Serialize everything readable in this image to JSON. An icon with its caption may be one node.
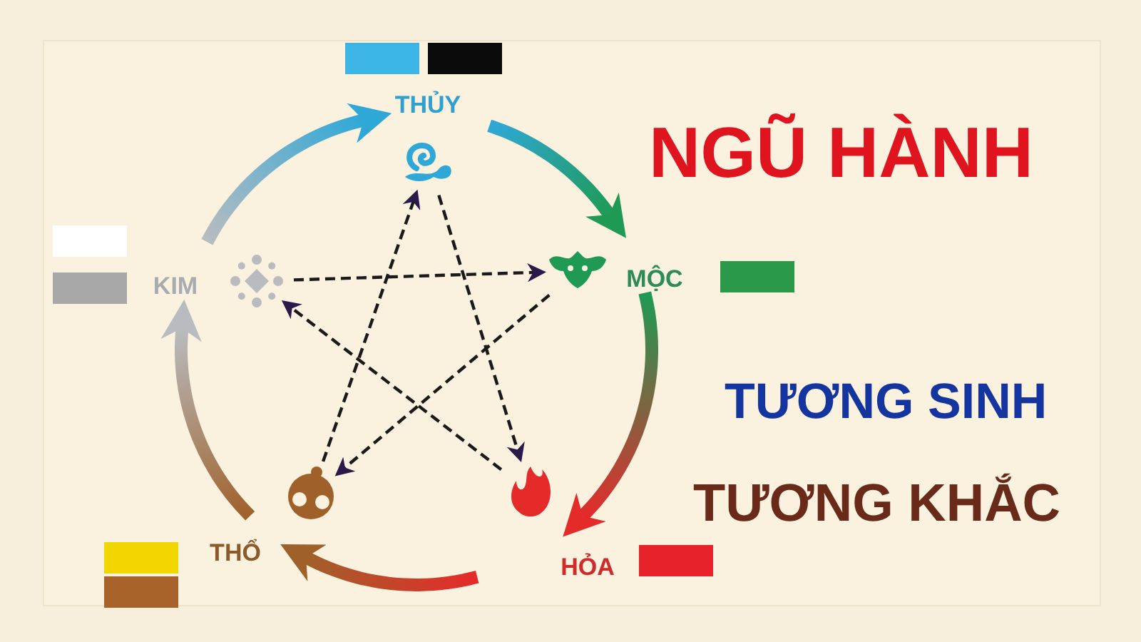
{
  "diagram": {
    "title": "NGŨ HÀNH",
    "nodes": [
      {
        "text": [
          "THỦY"
        ]
      },
      {
        "text": [
          "MỘC"
        ]
      },
      {
        "text": [
          "HỎA"
        ]
      },
      {
        "text": [
          "THỔ"
        ]
      },
      {
        "text": [
          "KIM"
        ]
      }
    ],
    "edges": [
      {
        "from": 0,
        "to": 1,
        "arrow": "to",
        "style": "thick",
        "color": "#2fa8d8"
      },
      {
        "from": 1,
        "to": 2,
        "arrow": "to",
        "style": "thick",
        "color": "#1f9a55"
      },
      {
        "from": 2,
        "to": 3,
        "arrow": "to",
        "style": "thick",
        "color": "#e52a2a"
      },
      {
        "from": 3,
        "to": 4,
        "arrow": "to",
        "style": "thick",
        "color": "#a0602a"
      },
      {
        "from": 4,
        "to": 0,
        "arrow": "to",
        "style": "thick",
        "color": "#b8bcc0"
      },
      {
        "from": 4,
        "to": 1,
        "arrow": "to",
        "style": "dashed"
      },
      {
        "from": 1,
        "to": 3,
        "arrow": "to",
        "style": "dashed"
      },
      {
        "from": 3,
        "to": 0,
        "arrow": "to",
        "style": "dashed"
      },
      {
        "from": 0,
        "to": 2,
        "arrow": "to",
        "style": "dashed"
      },
      {
        "from": 2,
        "to": 4,
        "arrow": "to",
        "style": "dashed"
      }
    ],
    "labels": [
      "TƯƠNG SINH",
      "TƯƠNG KHẮC"
    ]
  }
}
